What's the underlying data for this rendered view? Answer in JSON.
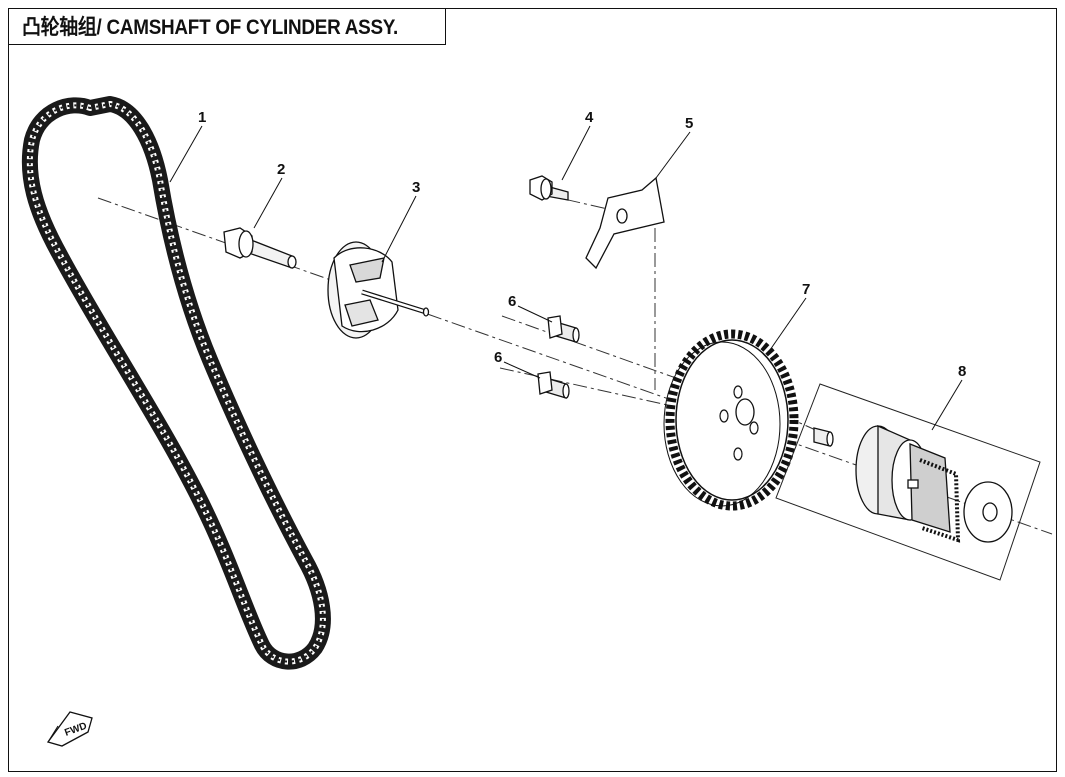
{
  "header": {
    "title": "凸轮轴组/ CAMSHAFT OF CYLINDER ASSY."
  },
  "callouts": [
    {
      "id": "1",
      "label": "1"
    },
    {
      "id": "2",
      "label": "2"
    },
    {
      "id": "3",
      "label": "3"
    },
    {
      "id": "4",
      "label": "4"
    },
    {
      "id": "5",
      "label": "5"
    },
    {
      "id": "6a",
      "label": "6"
    },
    {
      "id": "6b",
      "label": "6"
    },
    {
      "id": "7",
      "label": "7"
    },
    {
      "id": "8",
      "label": "8"
    }
  ],
  "fwd_indicator": {
    "label": "FWD"
  },
  "colors": {
    "line": "#111111",
    "background": "#ffffff"
  }
}
